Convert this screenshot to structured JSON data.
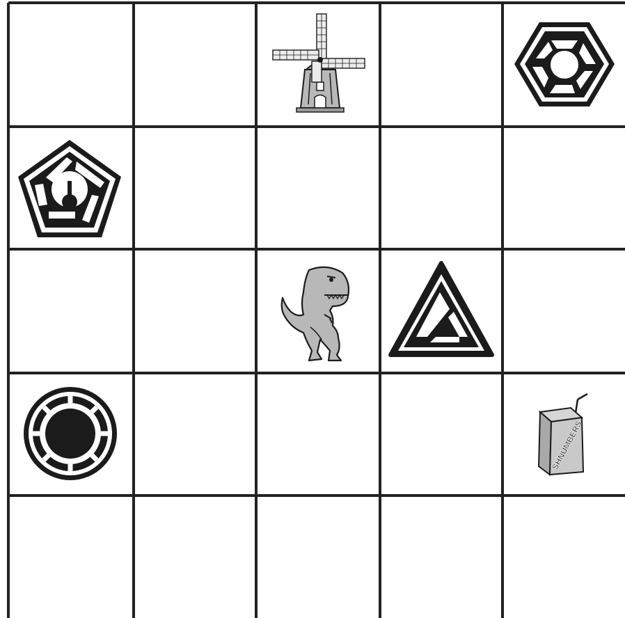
{
  "board": {
    "rows": 5,
    "cols": 5,
    "colors": {
      "line": "#222222",
      "ink": "#1b1b1b",
      "gray": "#b8b8b8",
      "background": "#ffffff"
    }
  },
  "pieces": [
    {
      "row": 0,
      "col": 2,
      "icon": "windmill-icon"
    },
    {
      "row": 0,
      "col": 4,
      "icon": "hexagon-shutter-icon"
    },
    {
      "row": 1,
      "col": 0,
      "icon": "pentagon-lever-icon"
    },
    {
      "row": 2,
      "col": 2,
      "icon": "t-rex-icon"
    },
    {
      "row": 2,
      "col": 3,
      "icon": "triangle-icon"
    },
    {
      "row": 3,
      "col": 0,
      "icon": "ring-wheel-icon"
    },
    {
      "row": 3,
      "col": 4,
      "icon": "juice-box-icon"
    }
  ],
  "juice_box": {
    "label": "SHNUMBERS"
  }
}
